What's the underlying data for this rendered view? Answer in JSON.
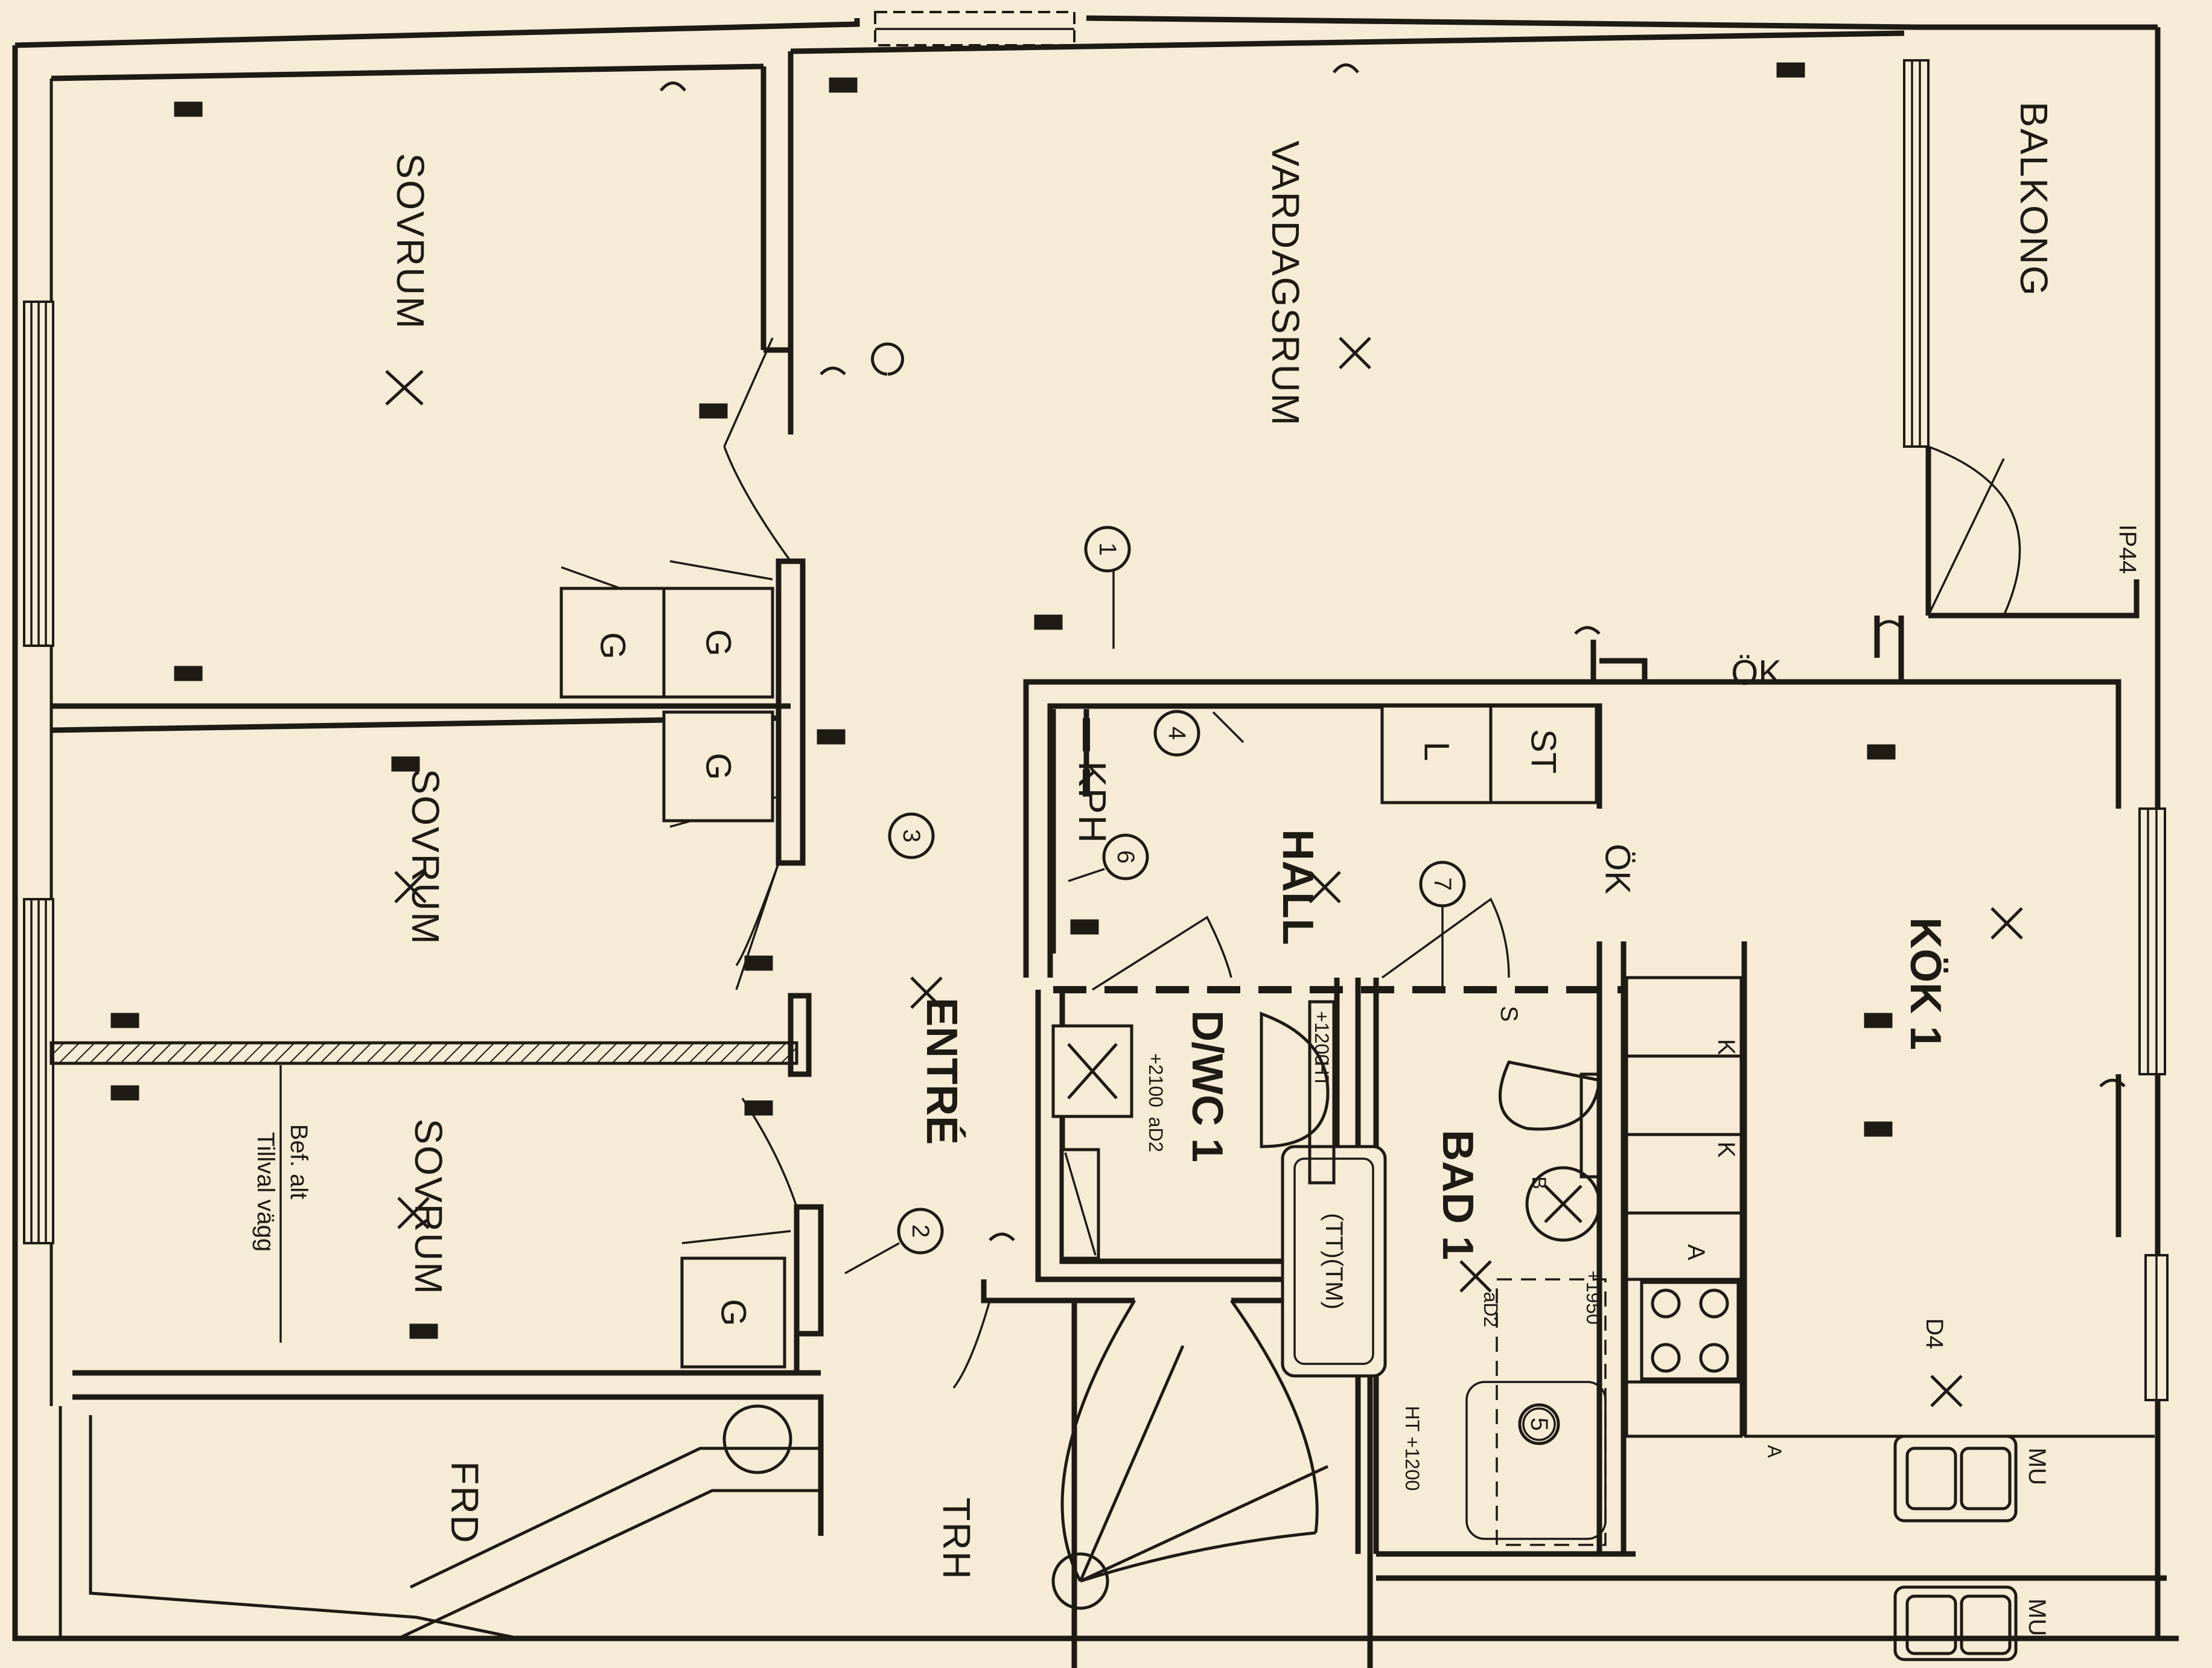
{
  "rooms": {
    "sovrum_top": "SOVRUM",
    "sovrum_mid": "SOVRUM",
    "sovrum_bottom": "SOVRUM",
    "vardagsrum": "VARDAGSRUM",
    "balkong": "BALKONG",
    "kok": "KÖK 1",
    "hall": "HALL",
    "entre": "ENTRÉ",
    "bad": "BAD 1",
    "dwc": "D/WC 1",
    "kph": "KPH",
    "frd": "FRD",
    "trh": "TRH"
  },
  "fixtures": {
    "g1": "G",
    "g2": "G",
    "g3": "G",
    "g4": "G",
    "l": "L",
    "st": "ST",
    "tt_tm": "(TT)(TM)",
    "s": "S",
    "ok_hall": "ÖK",
    "ok_kok": "ÖK",
    "a_kok": "A",
    "k1": "K",
    "k2": "K",
    "d4": "D4",
    "mu1": "MU",
    "mu2": "MU",
    "ip44": "IP44",
    "ht_dwc": "HT",
    "h1200_dwc": "+1200",
    "h2100": "+2100",
    "d2_dwc": "aD2",
    "d2_bad": "aD2",
    "ht_bad": "HT +1200",
    "h1950": "+1950",
    "b_label": "B",
    "a_marker": "A"
  },
  "annotations": {
    "bef_alt": "Bef. alt",
    "tillval_vagg": "Tillval vägg"
  },
  "markers": [
    "1",
    "2",
    "3",
    "4",
    "5",
    "6",
    "7"
  ],
  "colors": {
    "paper": "#f6ecd6",
    "ink": "#1e1a14"
  }
}
